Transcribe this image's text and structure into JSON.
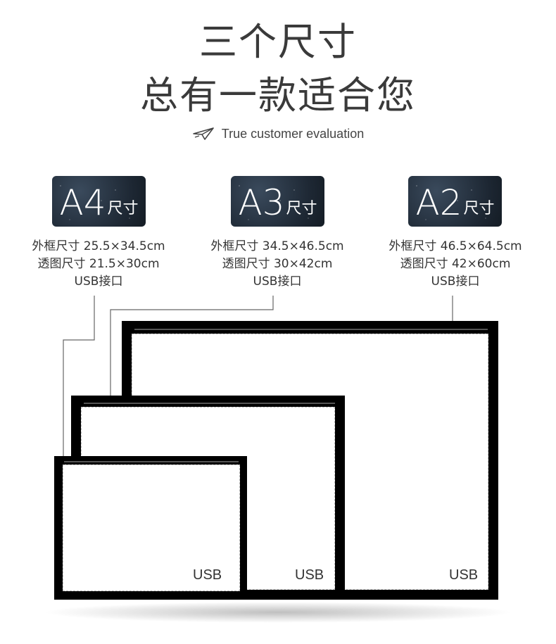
{
  "header": {
    "title_line1": "三个尺寸",
    "title_line2": "总有一款适合您",
    "subtitle": "True customer evaluation",
    "subtitle_icon": "paper-plane-icon"
  },
  "sizes": [
    {
      "badge_main": "A4",
      "badge_suffix": "尺寸",
      "outer": "外框尺寸 25.5×34.5cm",
      "view": "透图尺寸 21.5×30cm",
      "port": "USB接口"
    },
    {
      "badge_main": "A3",
      "badge_suffix": "尺寸",
      "outer": "外框尺寸 34.5×46.5cm",
      "view": "透图尺寸 30×42cm",
      "port": "USB接口"
    },
    {
      "badge_main": "A2",
      "badge_suffix": "尺寸",
      "outer": "外框尺寸 46.5×64.5cm",
      "view": "透图尺寸 42×60cm",
      "port": "USB接口"
    }
  ],
  "boards": {
    "a2_label": "USB",
    "a3_label": "USB",
    "a4_label": "USB"
  },
  "colors": {
    "frame": "#000000",
    "badge_bg": "#1d2733",
    "text": "#333333"
  }
}
